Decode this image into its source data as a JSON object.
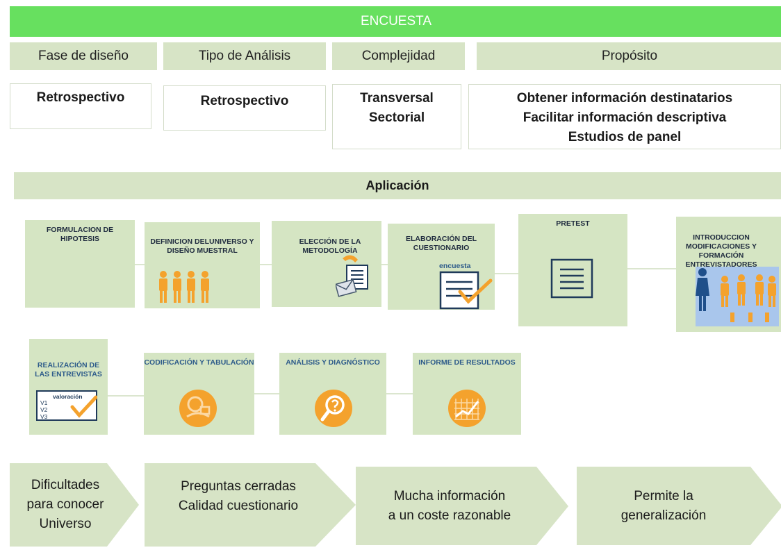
{
  "banner": "ENCUESTA",
  "headers": [
    "Fase de diseño",
    "Tipo de Análisis",
    "Complejidad",
    "Propósito"
  ],
  "boxes": {
    "fase": "Retrospectivo",
    "tipo": "Retrospectivo",
    "complejidad": [
      "Transversal",
      "Sectorial"
    ],
    "proposito": [
      "Obtener información destinatarios",
      "Facilitar información descriptiva",
      "Estudios de panel"
    ]
  },
  "aplicacion": "Aplicación",
  "steps_row1": [
    "FORMULACION DE HIPOTESIS",
    "DEFINICION DELUNIVERSO Y DISEÑO MUESTRAL",
    "ELECCIÓN DE LA METODOLOGÍA",
    "ELABORACIÓN DEL CUESTIONARIO",
    "PRETEST",
    "INTRODUCCION MODIFICACIONES Y FORMACIÓN ENTREVISTADORES"
  ],
  "encuesta_label": "encuesta",
  "steps_row2": [
    "REALIZACIÓN DE LAS ENTREVISTAS",
    "CODIFICACIÓN Y TABULACIÓN",
    "ANÁLISIS Y DIAGNÓSTICO",
    "INFORME DE RESULTADOS"
  ],
  "valoracion": {
    "title": "valoración",
    "items": [
      "V1",
      "V2",
      "V3"
    ]
  },
  "chevrons": [
    [
      "Dificultades",
      "para conocer",
      "Universo"
    ],
    [
      "Preguntas cerradas",
      "Calidad cuestionario"
    ],
    [
      "Mucha información",
      "a un coste razonable"
    ],
    [
      "Permite la",
      "generalización"
    ]
  ],
  "colors": {
    "banner": "#67e05f",
    "header": "#d7e4c6",
    "step": "#d5e5c3",
    "orange": "#f4a22d",
    "navy": "#1f3a5a"
  }
}
